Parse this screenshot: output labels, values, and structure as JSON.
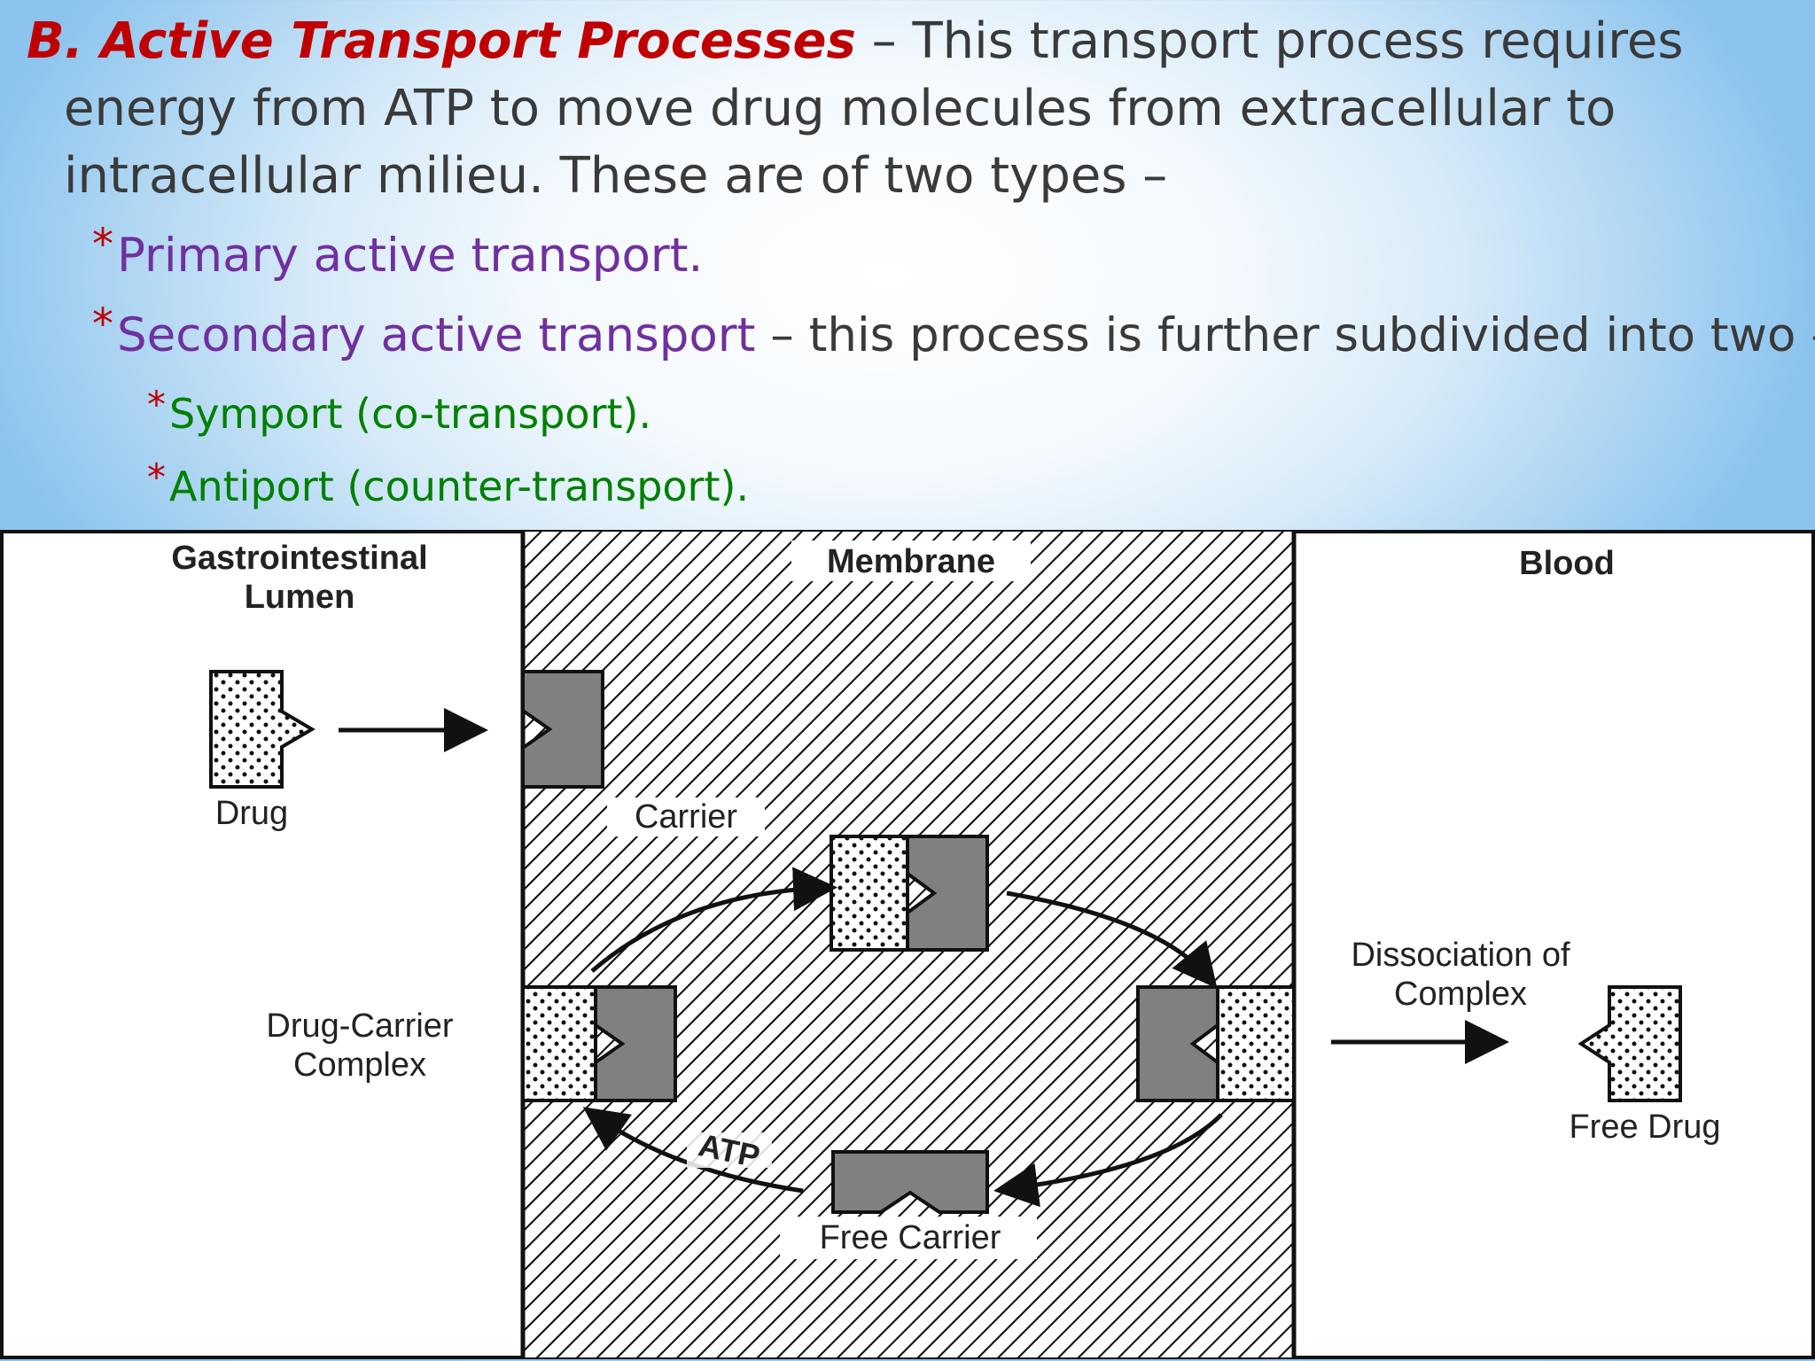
{
  "slide": {
    "title_emphasis": "B. Active Transport Processes",
    "title_rest": " – This transport process requires",
    "body_line1": "energy from ATP to move drug molecules from extracellular to",
    "body_line2": "intracellular milieu. These are of two types –",
    "bullets": [
      {
        "star": "*",
        "label": "Primary active transport.",
        "rest": ""
      },
      {
        "star": "*",
        "label": "Secondary active transport",
        "rest": " – this process is further subdivided into two –"
      }
    ],
    "sub_bullets": [
      {
        "star": "*",
        "label": "Symport (co-transport)."
      },
      {
        "star": "*",
        "label": "Antiport (counter-transport)."
      }
    ]
  },
  "diagram": {
    "gi_lumen_line1": "Gastrointestinal",
    "gi_lumen_line2": "Lumen",
    "membrane": "Membrane",
    "blood": "Blood",
    "drug": "Drug",
    "carrier": "Carrier",
    "drug_carrier_line1": "Drug-Carrier",
    "drug_carrier_line2": "Complex",
    "dissociation_line1": "Dissociation of",
    "dissociation_line2": "Complex",
    "free_drug": "Free Drug",
    "atp": "ATP",
    "free_carrier": "Free Carrier"
  },
  "colors": {
    "title_red": "#c00000",
    "bullet_purple": "#7030a0",
    "sub_bullet_green": "#008000",
    "carrier_gray": "#808080"
  }
}
